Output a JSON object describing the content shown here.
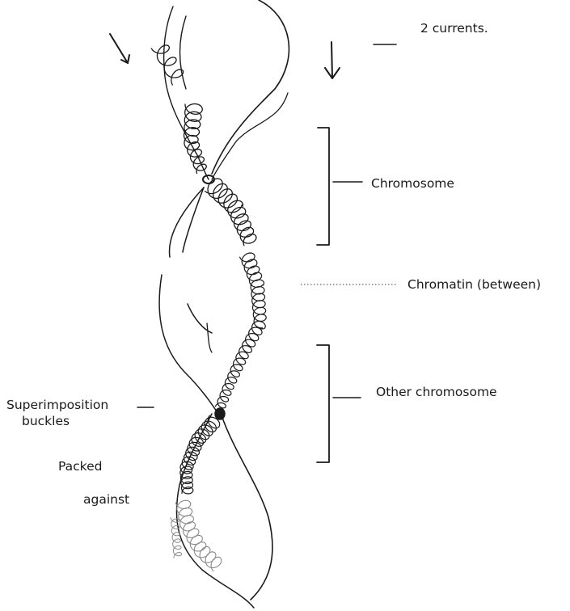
{
  "labels": {
    "two_currents": "2 currents.",
    "chromosome": "Chromosome",
    "chromatin": "Chromatin (between)",
    "other_chromosome": "Other chromosome",
    "superimposition_line1": "Superimposition",
    "superimposition_line2": "buckles",
    "packed": "Packed",
    "against": "against"
  },
  "colors": {
    "ink": "#1a1a1a",
    "faint_ink": "#8a8a8a",
    "background": "#ffffff"
  }
}
